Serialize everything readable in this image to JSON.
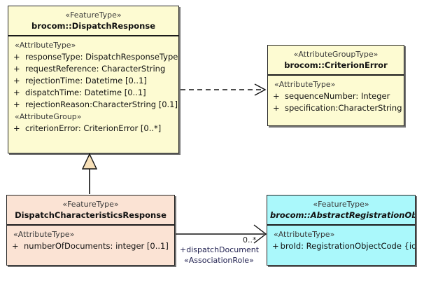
{
  "diagram": {
    "type": "uml-class-diagram",
    "background": "#ffffff",
    "colors": {
      "feature_type_fill": "#fdfbd2",
      "response_fill": "#fbe3d4",
      "registration_fill": "#aaf8fb",
      "border": "#222222"
    }
  },
  "classes": {
    "dispatch_response": {
      "stereotype": "«FeatureType»",
      "name": "brocom::DispatchResponse",
      "sections": [
        {
          "stereotype": "«AttributeType»",
          "attributes": [
            {
              "visibility": "+",
              "text": "responseType: DispatchResponseType"
            },
            {
              "visibility": "+",
              "text": "requestReference: CharacterString"
            },
            {
              "visibility": "+",
              "text": "rejectionTime: Datetime [0..1]"
            },
            {
              "visibility": "+",
              "text": "dispatchTime: Datetime [0..1]"
            },
            {
              "visibility": "+",
              "text": "rejectionReason:CharacterString [0.1]"
            }
          ]
        },
        {
          "stereotype": "«AttributeGroup»",
          "attributes": [
            {
              "visibility": "+",
              "text": "criterionError: CriterionError [0..*]"
            }
          ]
        }
      ]
    },
    "criterion_error": {
      "stereotype": "«AttributeGroupType»",
      "name": "brocom::CriterionError",
      "sections": [
        {
          "stereotype": "«AttributeType»",
          "attributes": [
            {
              "visibility": "+",
              "text": "sequenceNumber: Integer"
            },
            {
              "visibility": "+",
              "text": "specification:CharacterString"
            }
          ]
        }
      ]
    },
    "dispatch_characteristics_response": {
      "stereotype": "«FeatureType»",
      "name": "DispatchCharacteristicsResponse",
      "sections": [
        {
          "stereotype": "«AttributeType»",
          "attributes": [
            {
              "visibility": "+",
              "text": "numberOfDocuments: integer [0..1]"
            }
          ]
        }
      ]
    },
    "abstract_registration_object": {
      "stereotype": "«FeatureType»",
      "name": "brocom::AbstractRegistrationObject",
      "sections": [
        {
          "stereotype": "«AttributeType»",
          "attributes": [
            {
              "visibility": "+",
              "text": "broId: RegistrationObjectCode {id}"
            }
          ]
        }
      ]
    }
  },
  "relationships": {
    "dependency": {
      "kind": "dependency",
      "from": "brocom::DispatchResponse",
      "to": "brocom::CriterionError",
      "line": "dashed",
      "arrow": "open"
    },
    "generalization": {
      "kind": "generalization",
      "from": "DispatchCharacteristicsResponse",
      "to": "brocom::DispatchResponse",
      "line": "solid",
      "arrow": "hollow-triangle"
    },
    "association": {
      "kind": "association",
      "from": "DispatchCharacteristicsResponse",
      "to": "brocom::AbstractRegistrationObject",
      "line": "solid",
      "arrow": "open",
      "multiplicity": "0..*",
      "role_name": "+dispatchDocument",
      "role_stereotype": "«AssociationRole»"
    }
  }
}
